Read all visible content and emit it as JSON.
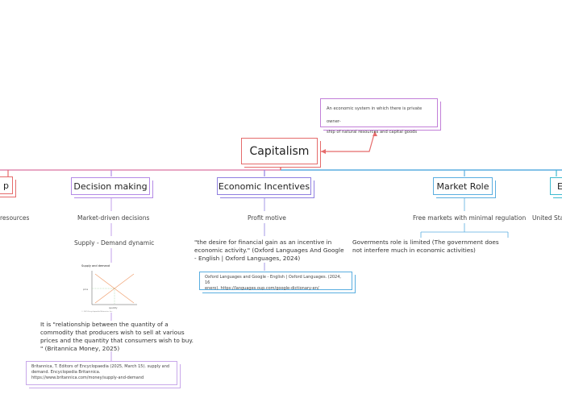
{
  "central": {
    "title": "Capitalism"
  },
  "definition": {
    "line1": "An economic system in which there is private owner-",
    "line2": "ship of natural resources and capital goods"
  },
  "branches": {
    "ownership": {
      "label": "p",
      "sub": "resources"
    },
    "decision": {
      "label": "Decision making",
      "sub1": "Market-driven decisions",
      "sub2": "Supply - Demand dynamic",
      "chart_title": "Supply and demand",
      "chart_y": "price",
      "chart_x": "quantity",
      "chart_caption": "© 2025 Encyclopaedia Britannica, Inc.",
      "quote_lines": [
        "It is \"relationship between the quantity of a",
        "commodity that producers wish to sell at various",
        "prices and the quantity that consumers wish to buy.",
        "\" (Britannica Money, 2025)"
      ],
      "ref_lines": [
        "Britannica, T. Editors of Encyclopaedia (2025, March 15). supply and",
        "demand. Encyclopedia Britannica.",
        "https://www.britannica.com/money/supply-and-demand"
      ]
    },
    "incentives": {
      "label": "Economic Incentives",
      "sub1": "Profit motive",
      "quote_lines": [
        "\"the desire for financial gain as an incentive in",
        "economic activity.\" (Oxford Languages And Google",
        "- English | Oxford Languages, 2024)"
      ],
      "ref_lines": [
        "Oxford Languages and Google - English | Oxford Languages. (2024, 16",
        "enero). https://languages.oup.com/google-dictionary-en/"
      ]
    },
    "market": {
      "label": "Market Role",
      "sub1": "Free markets with minimal regulation",
      "text_lines": [
        "Goverments role is limited (The government does",
        "not interfere much in economic activities)"
      ]
    },
    "examples": {
      "label": "E",
      "sub": "United Stat"
    }
  },
  "colors": {
    "central": "#e56b6b",
    "decision": "#b48ae6",
    "incentives": "#8f7fe0",
    "market": "#5aaee0",
    "examples": "#3dbbd0",
    "ownership": "#e56b6b"
  }
}
